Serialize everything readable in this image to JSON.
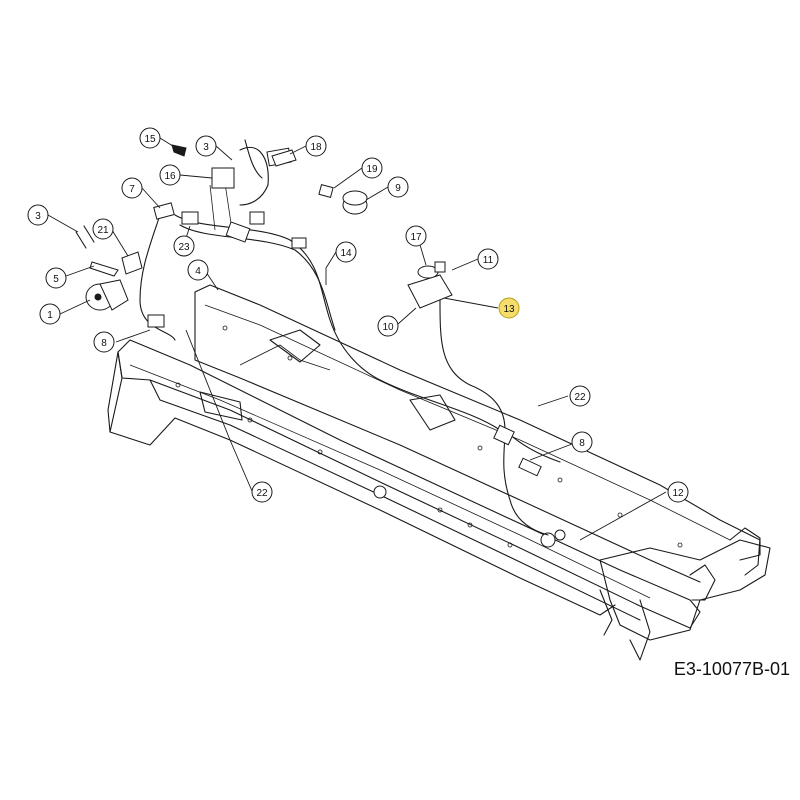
{
  "diagram_code": "E3-10077B-01",
  "highlight_color": "#f5df6a",
  "callouts": [
    {
      "id": "c15",
      "label": "15"
    },
    {
      "id": "c3a",
      "label": "3"
    },
    {
      "id": "c18",
      "label": "18"
    },
    {
      "id": "c16",
      "label": "16"
    },
    {
      "id": "c19",
      "label": "19"
    },
    {
      "id": "c7",
      "label": "7"
    },
    {
      "id": "c9",
      "label": "9"
    },
    {
      "id": "c3b",
      "label": "3"
    },
    {
      "id": "c21",
      "label": "21"
    },
    {
      "id": "c23",
      "label": "23"
    },
    {
      "id": "c14",
      "label": "14"
    },
    {
      "id": "c17",
      "label": "17"
    },
    {
      "id": "c11",
      "label": "11"
    },
    {
      "id": "c4",
      "label": "4"
    },
    {
      "id": "c5",
      "label": "5"
    },
    {
      "id": "c13",
      "label": "13",
      "highlighted": true
    },
    {
      "id": "c1",
      "label": "1"
    },
    {
      "id": "c10",
      "label": "10"
    },
    {
      "id": "c8a",
      "label": "8"
    },
    {
      "id": "c22a",
      "label": "22"
    },
    {
      "id": "c8b",
      "label": "8"
    },
    {
      "id": "c12",
      "label": "12"
    },
    {
      "id": "c22b",
      "label": "22"
    }
  ]
}
